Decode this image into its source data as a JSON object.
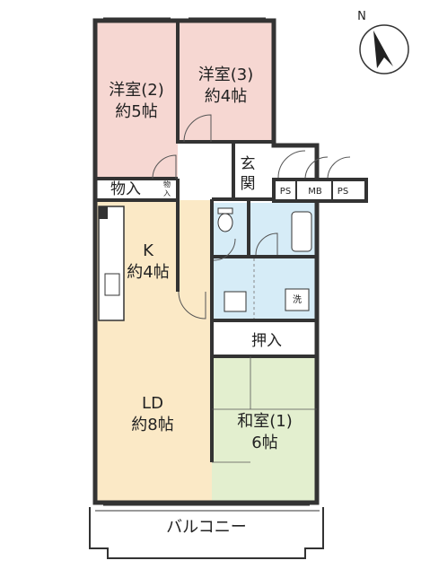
{
  "rooms": {
    "western_2": {
      "name": "洋室(2)",
      "size": "約5帖"
    },
    "western_3": {
      "name": "洋室(3)",
      "size": "約4帖"
    },
    "kitchen": {
      "name": "K",
      "size": "約4帖"
    },
    "living": {
      "name": "LD",
      "size": "約8帖"
    },
    "japanese_1": {
      "name": "和室(1)",
      "size": "6帖"
    },
    "entrance": {
      "name": "玄関"
    },
    "storage": {
      "name": "物入"
    },
    "storage_small": {
      "name": "物入"
    },
    "closet": {
      "name": "押入"
    },
    "balcony": {
      "name": "バルコニー"
    },
    "laundry": {
      "name": "洗"
    }
  },
  "shafts": {
    "ps1": "PS",
    "mb": "MB",
    "ps2": "PS"
  },
  "compass": {
    "label": "N"
  },
  "colors": {
    "western": "#f6d7d2",
    "living": "#fbe9c6",
    "japanese": "#e3efcf",
    "water": "#d6ecf7",
    "wall": "#333333"
  }
}
